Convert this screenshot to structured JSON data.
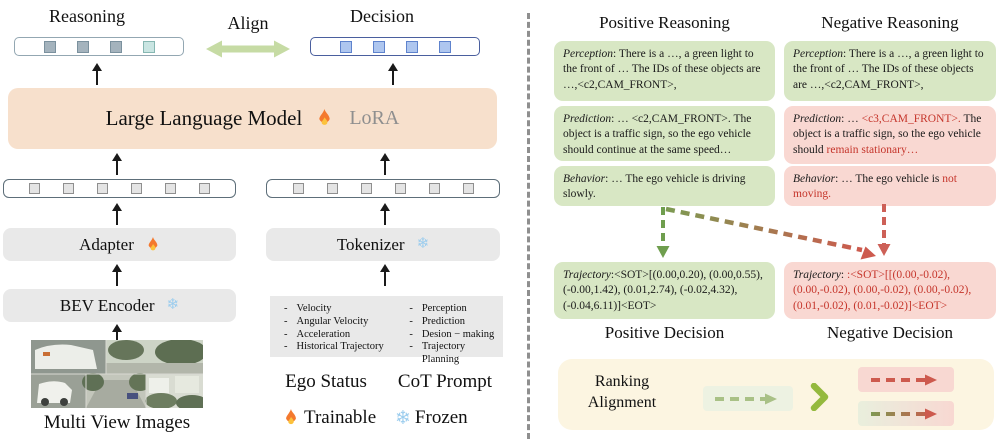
{
  "colors": {
    "llm_peach": "#f7e0cc",
    "module_gray": "#e9e9e9",
    "positive_green_box": "#d8e7c4",
    "negative_pink_box": "#f9d8d2",
    "negative_red_text": "#c5352b",
    "green_arrow": "#6f9e4e",
    "red_arrow": "#cd5a4e",
    "align_arrow_green": "#c6dba4",
    "ranking_cream": "#fcf5e1",
    "reasoning_token_gray": "#a4b3bd",
    "reasoning_token_teal": "#c9e5e2",
    "decision_token_blue": "#aec6ef"
  },
  "icons": {
    "trainable": "flame-icon",
    "frozen": "snowflake-icon",
    "align": "double-headed-arrow-icon",
    "ranking_compare": "greater-than-icon"
  },
  "left": {
    "reasoning_label": "Reasoning",
    "align_label": "Align",
    "decision_label": "Decision",
    "llm_title": "Large Language Model",
    "lora_label": "LoRA",
    "adapter_label": "Adapter",
    "tokenizer_label": "Tokenizer",
    "bev_label": "BEV Encoder",
    "bullet": "-",
    "ego_list": [
      "Velocity",
      "Angular Velocity",
      "Acceleration",
      "Historical Trajectory"
    ],
    "cot_list": [
      "Perception",
      "Prediction",
      "Desion − making",
      "Trajectory Planning"
    ],
    "ego_label": "Ego Status",
    "cot_label": "CoT Prompt",
    "multiview_label": "Multi View Images",
    "trainable_label": "Trainable",
    "frozen_label": "Frozen"
  },
  "right": {
    "pos_reasoning_title": "Positive Reasoning",
    "neg_reasoning_title": "Negative Reasoning",
    "pos_decision_title": "Positive Decision",
    "neg_decision_title": "Negative Decision",
    "boxes": {
      "pos_perception": {
        "label": "Perception",
        "text": ": There is a …, a green light to the front of … The IDs of these objects are …,<c2,CAM_FRONT>,"
      },
      "neg_perception": {
        "label": "Perception",
        "text": ": There is a …, a green light to the front of … The IDs of these objects are …,<c2,CAM_FRONT>,"
      },
      "pos_prediction": {
        "label": "Prediction",
        "text": ": … <c2,CAM_FRONT>. The object is a traffic sign, so the ego vehicle should continue at the same speed…"
      },
      "neg_prediction": {
        "label": "Prediction",
        "t1": ": … ",
        "red1": "<c3,CAM_FRONT>.",
        "t2": " The object is a traffic sign, so the ego vehicle should ",
        "red2": "remain stationary…"
      },
      "pos_behavior": {
        "label": "Behavior",
        "text": ":  … The ego vehicle is driving slowly."
      },
      "neg_behavior": {
        "label": "Behavior",
        "t1": ":  … The ego vehicle is ",
        "red1": "not moving."
      },
      "pos_trajectory": {
        "label": "Trajectory",
        "text": ":<SOT>[(0.00,0.20), (0.00,0.55), (-0.00,1.42), (0.01,2.74), (-0.02,4.32), (-0.04,6.11)]<EOT>"
      },
      "neg_trajectory": {
        "label": "Trajectory",
        "t1": ": ",
        "red1": ":<SOT>[[(0.00,-0.02), (0.00,-0.02), (0.00,-0.02), (0.00,-0.02), (0.01,-0.02), (0.01,-0.02)]<EOT>"
      }
    },
    "ranking_line1": "Ranking",
    "ranking_line2": "Alignment"
  }
}
